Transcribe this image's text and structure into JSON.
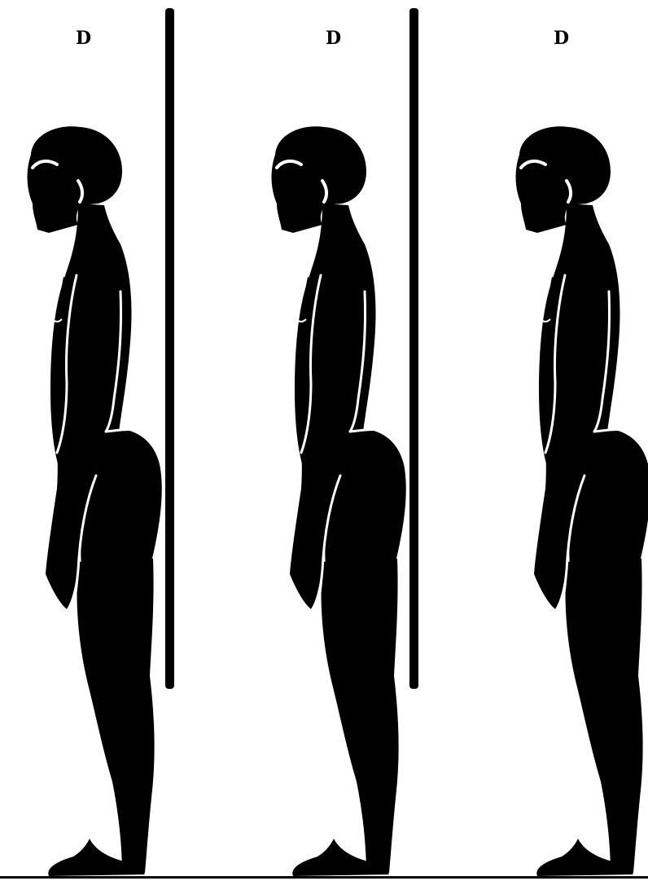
{
  "figures": [
    {
      "label": "D"
    },
    {
      "label": "D"
    },
    {
      "label": "D"
    }
  ],
  "colors": {
    "ink": "#000000",
    "paper": "#ffffff"
  }
}
